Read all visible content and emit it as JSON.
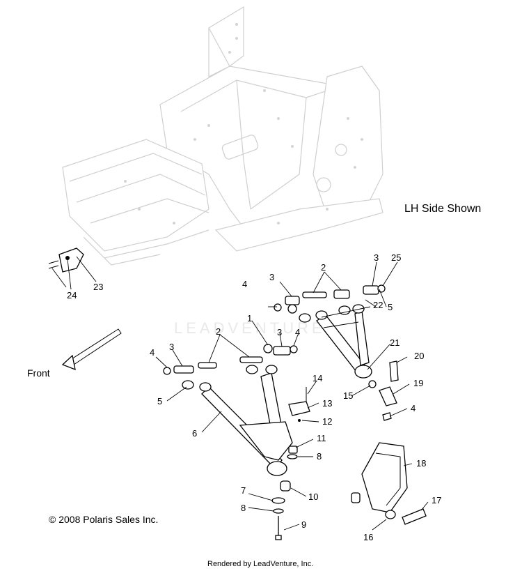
{
  "notes": {
    "side_shown": "LH Side Shown",
    "front": "Front",
    "copyright": "© 2008 Polaris Sales Inc.",
    "rendered_by": "Rendered by LeadVenture, Inc.",
    "watermark": "LEADVENTURE"
  },
  "callouts": {
    "c1": "1",
    "c2a": "2",
    "c2b": "2",
    "c3a": "3",
    "c3b": "3",
    "c3c": "3",
    "c3d": "3",
    "c4a": "4",
    "c4b": "4",
    "c4c": "4",
    "c4d": "4",
    "c5a": "5",
    "c5b": "5",
    "c6": "6",
    "c7": "7",
    "c8a": "8",
    "c8b": "8",
    "c9": "9",
    "c10": "10",
    "c11": "11",
    "c12": "12",
    "c13": "13",
    "c14": "14",
    "c15": "15",
    "c16": "16",
    "c17": "17",
    "c18": "18",
    "c19": "19",
    "c20": "20",
    "c21": "21",
    "c22": "22",
    "c23": "23",
    "c24": "24",
    "c25": "25"
  }
}
